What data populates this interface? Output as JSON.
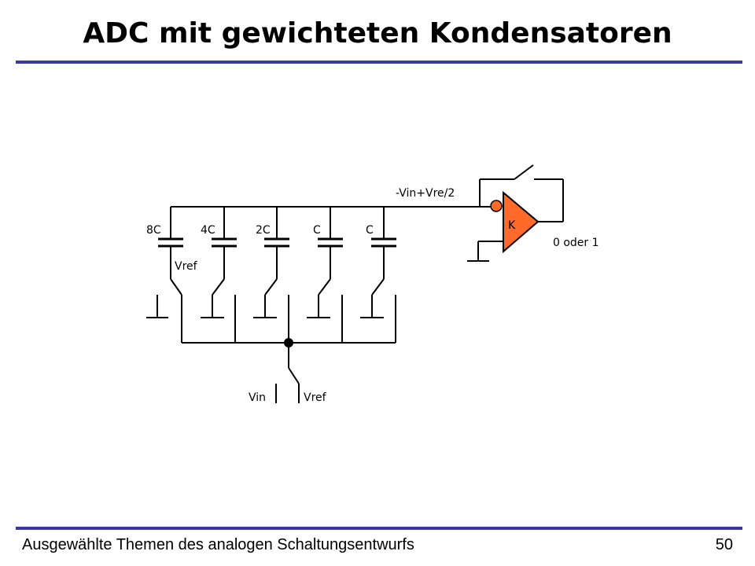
{
  "slide": {
    "title": "ADC mit gewichteten Kondensatoren",
    "footer_left": "Ausgewählte Themen des analogen Schaltungsentwurfs",
    "page_number": "50"
  },
  "diagram": {
    "capacitors": [
      "8C",
      "4C",
      "2C",
      "C",
      "C"
    ],
    "vref_label": "Vref",
    "node_label": "-Vin+Vre/2",
    "comparator_label": "K",
    "output_label": "0 oder 1",
    "input_vin_label": "Vin",
    "input_vref_label": "Vref",
    "comparator_color": "#ff6a2a"
  }
}
